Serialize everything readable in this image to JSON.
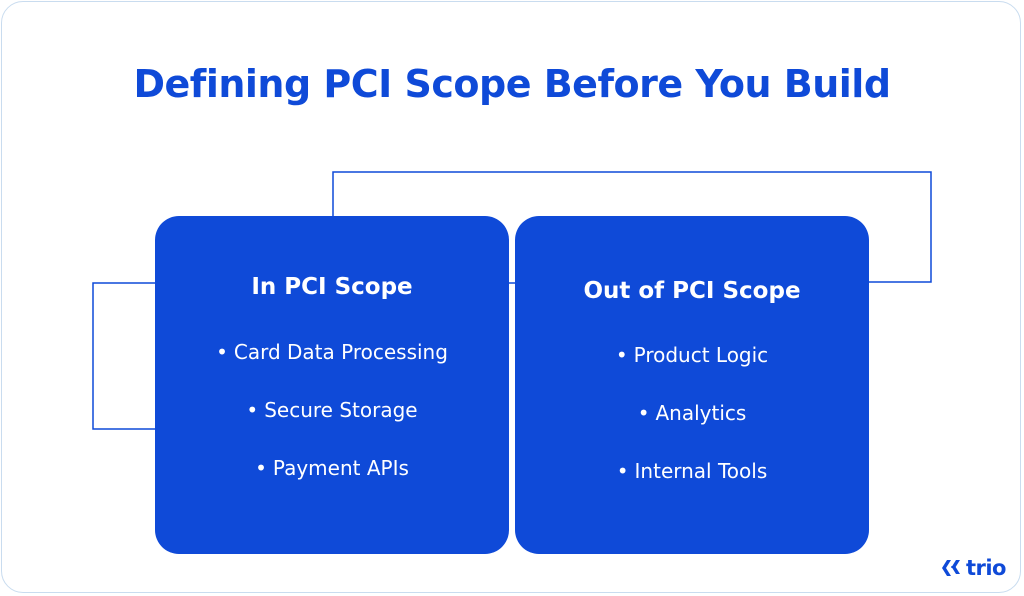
{
  "title": "Defining PCI Scope Before You Build",
  "colors": {
    "brand": "#0f4ad8",
    "border": "#c9dcef",
    "panel_text": "#ffffff"
  },
  "panels": [
    {
      "heading": "In PCI Scope",
      "items": [
        {
          "bullet": "•",
          "label": "Card Data Processing"
        },
        {
          "bullet": "•",
          "label": "Secure Storage"
        },
        {
          "bullet": "•",
          "label": "Payment APIs"
        }
      ]
    },
    {
      "heading": "Out of PCI Scope",
      "items": [
        {
          "bullet": "•",
          "label": "Product Logic"
        },
        {
          "bullet": "•",
          "label": "Analytics"
        },
        {
          "bullet": "•",
          "label": "Internal Tools"
        }
      ]
    }
  ],
  "logo": {
    "icon": "trio-logo-icon",
    "text": "trio"
  }
}
